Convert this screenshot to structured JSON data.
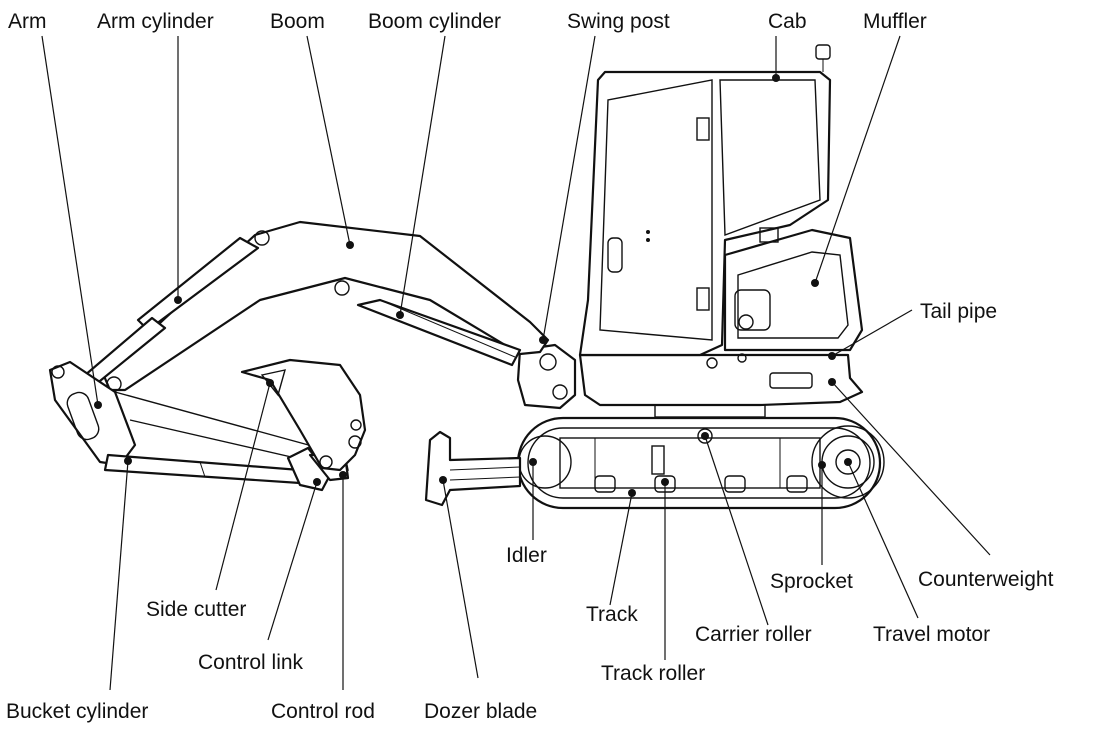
{
  "labels": {
    "arm": "Arm",
    "arm_cylinder": "Arm cylinder",
    "boom": "Boom",
    "boom_cylinder": "Boom cylinder",
    "swing_post": "Swing post",
    "cab": "Cab",
    "muffler": "Muffler",
    "tail_pipe": "Tail pipe",
    "counterweight": "Counterweight",
    "sprocket": "Sprocket",
    "travel_motor": "Travel motor",
    "carrier_roller": "Carrier roller",
    "track_roller": "Track roller",
    "track": "Track",
    "idler": "Idler",
    "dozer_blade": "Dozer blade",
    "control_rod": "Control rod",
    "control_link": "Control link",
    "side_cutter": "Side cutter",
    "bucket_cylinder": "Bucket cylinder"
  }
}
